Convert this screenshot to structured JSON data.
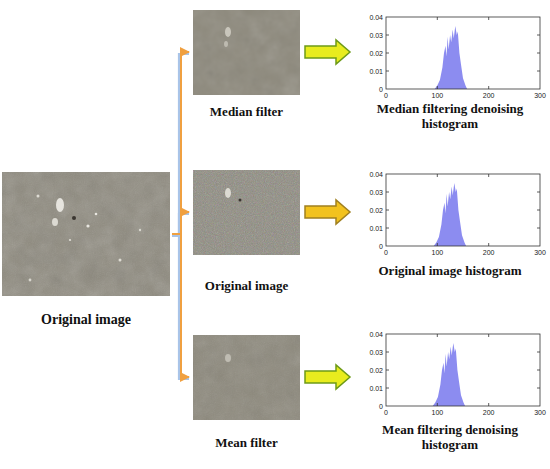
{
  "diagram": {
    "nodes": [
      {
        "text": [
          "Original image"
        ]
      },
      {
        "text": [
          "Median filter"
        ]
      },
      {
        "text": [
          "Median filtering denoising histogram"
        ]
      },
      {
        "text": [
          "Original image"
        ]
      },
      {
        "text": [
          "Original image histogram"
        ]
      },
      {
        "text": [
          "Mean filter"
        ]
      },
      {
        "text": [
          "Mean filtering denoising histogram"
        ]
      }
    ],
    "edges": [
      {
        "from": 0,
        "to": 1,
        "arrow": "to"
      },
      {
        "from": 0,
        "to": 3,
        "arrow": "to"
      },
      {
        "from": 0,
        "to": 5,
        "arrow": "to"
      },
      {
        "from": 1,
        "to": 2,
        "arrow": "to"
      },
      {
        "from": 3,
        "to": 4,
        "arrow": "to"
      },
      {
        "from": 5,
        "to": 6,
        "arrow": "to"
      }
    ],
    "labels": [
      "0.04",
      "0.03",
      "0.02",
      "0.01",
      "0",
      "0",
      "100",
      "200",
      "300",
      "0.04",
      "0.03",
      "0.02",
      "0.01",
      "0",
      "0",
      "100",
      "200",
      "300",
      "0.04",
      "0.03",
      "0.02",
      "0.01",
      "0",
      "0",
      "100",
      "200",
      "300"
    ]
  }
}
